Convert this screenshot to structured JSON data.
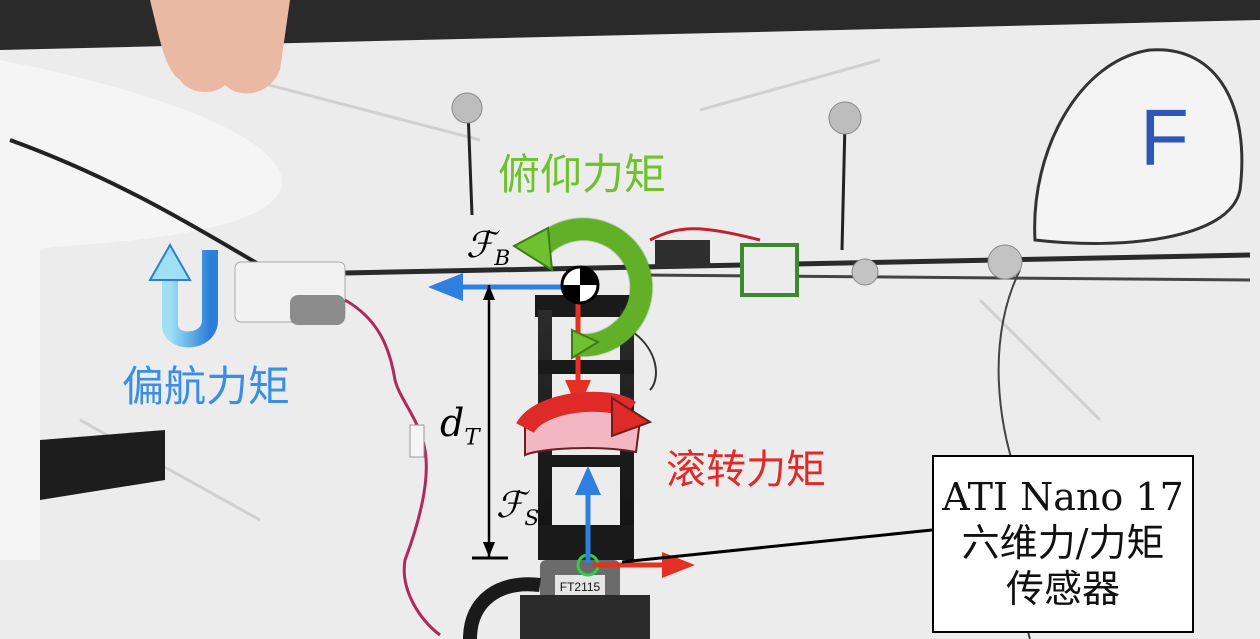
{
  "labels": {
    "pitch_torque": "俯仰力矩",
    "yaw_torque": "偏航力矩",
    "roll_torque": "滚转力矩",
    "force_body_symbol": "ℱ",
    "force_body_sub": "B",
    "distance_symbol": "d",
    "distance_sub": "T",
    "force_sensor_symbol": "ℱ",
    "force_sensor_sub": "S"
  },
  "sensor_box": {
    "line1": "ATI Nano 17",
    "line2": "六维力/力矩",
    "line3": "传感器"
  },
  "wing_marking": "F",
  "sensor_part_number": "FT2115",
  "colors": {
    "pitch": "#6fc12e",
    "yaw": "#3a8ee6",
    "roll": "#e02a28",
    "roll_disk": "#f3b7c4",
    "force_arrow_blue": "#2e7fe0",
    "force_arrow_red": "#e53124",
    "frame": "#1a1a1a",
    "backdrop": "#ebebeb"
  },
  "icons": [
    "pitch-torque-arrow-icon",
    "yaw-torque-arrow-icon",
    "roll-torque-arrow-icon",
    "center-of-mass-icon"
  ]
}
